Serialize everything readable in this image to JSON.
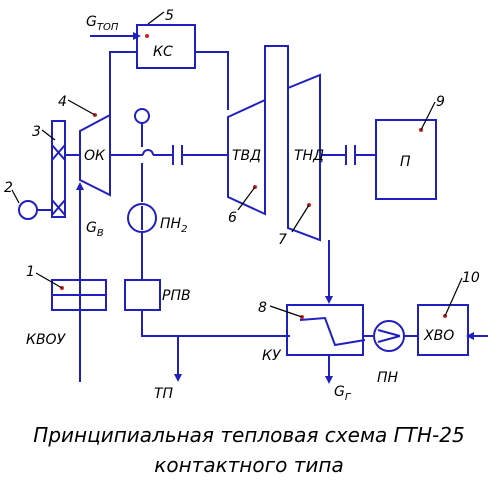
{
  "components": {
    "ks": {
      "name": "КС",
      "num": "5"
    },
    "ok": {
      "name": "ОК",
      "num": "4"
    },
    "tvd": {
      "name": "ТВД",
      "num": "6"
    },
    "tnd": {
      "name": "ТНД",
      "num": "7"
    },
    "p": {
      "name": "П",
      "num": "9"
    },
    "ku": {
      "name": "КУ",
      "num": "8"
    },
    "hvo": {
      "name": "ХВО",
      "num": "10"
    },
    "pn2": {
      "name": "ПН",
      "sub": "2"
    },
    "pn": {
      "name": "ПН"
    },
    "rpv": {
      "name": "РПВ"
    },
    "kvou": {
      "name": "КВОУ",
      "num": "1"
    },
    "motor": {
      "num": "2"
    },
    "gear": {
      "num": "3"
    }
  },
  "flows": {
    "g_top": {
      "main": "G",
      "sub": "ТОП"
    },
    "g_v": {
      "main": "G",
      "sub": "В"
    },
    "g_g": {
      "main": "G",
      "sub": "Г"
    },
    "tp": "ТП"
  },
  "caption": {
    "line1": "Принципиальная тепловая схема ГТН-25",
    "line2": "контактного типа"
  }
}
